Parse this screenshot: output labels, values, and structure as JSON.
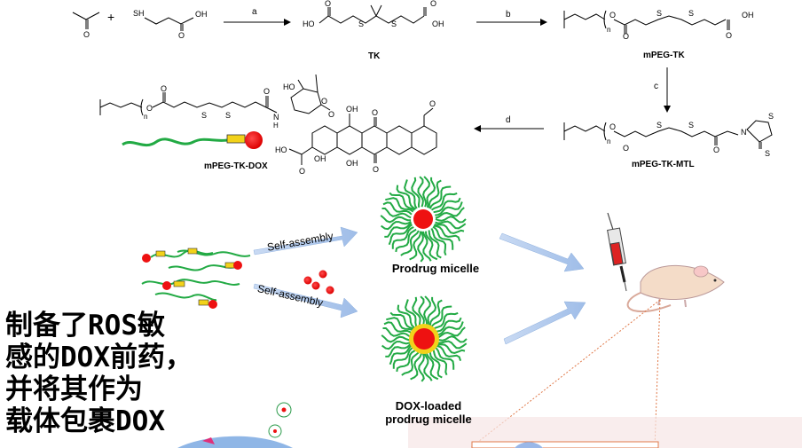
{
  "scheme": {
    "steps": [
      "a",
      "b",
      "c",
      "d"
    ],
    "compounds": {
      "tk": "TK",
      "mpeg_tk": "mPEG-TK",
      "mpeg_tk_mtl": "mPEG-TK-MTL",
      "mpeg_tk_dox": "mPEG-TK-DOX"
    }
  },
  "assembly": {
    "arrow_top": "Self-assembly",
    "arrow_bottom": "Self-assembly",
    "micelle_top": "Prodrug micelle",
    "micelle_bottom_line1": "DOX-loaded",
    "micelle_bottom_line2": "prodrug micelle"
  },
  "caption": {
    "line1": "制备了ROS敏",
    "line2": "感的DOX前药，",
    "line3": "并将其作为",
    "line4": "载体包裹DOX"
  },
  "colors": {
    "peg_chain": "#22aa44",
    "drug": "#ee1111",
    "linker": "#f2d21a",
    "arrow": "#a9c4ea",
    "outline": "#333333"
  }
}
